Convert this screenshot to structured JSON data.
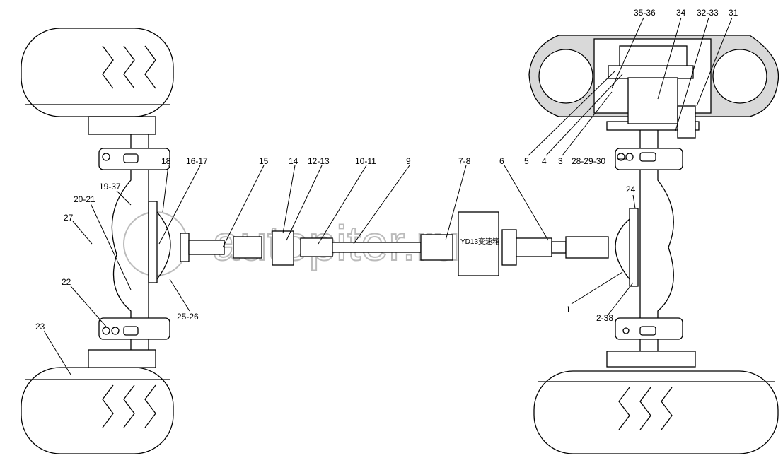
{
  "diagram": {
    "gearbox_label": "YD13变速箱",
    "watermark": "autopiter.ru",
    "labels": {
      "l35_36": "35-36",
      "l34": "34",
      "l32_33": "32-33",
      "l31": "31",
      "l5": "5",
      "l4": "4",
      "l3": "3",
      "l28_29_30": "28-29-30",
      "l24": "24",
      "l6": "6",
      "l7_8": "7-8",
      "l9": "9",
      "l10_11": "10-11",
      "l12_13": "12-13",
      "l14": "14",
      "l15": "15",
      "l16_17": "16-17",
      "l18": "18",
      "l19_37": "19-37",
      "l20_21": "20-21",
      "l27": "27",
      "l22": "22",
      "l23": "23",
      "l25_26": "25-26",
      "l1": "1",
      "l2_38": "2-38"
    }
  }
}
